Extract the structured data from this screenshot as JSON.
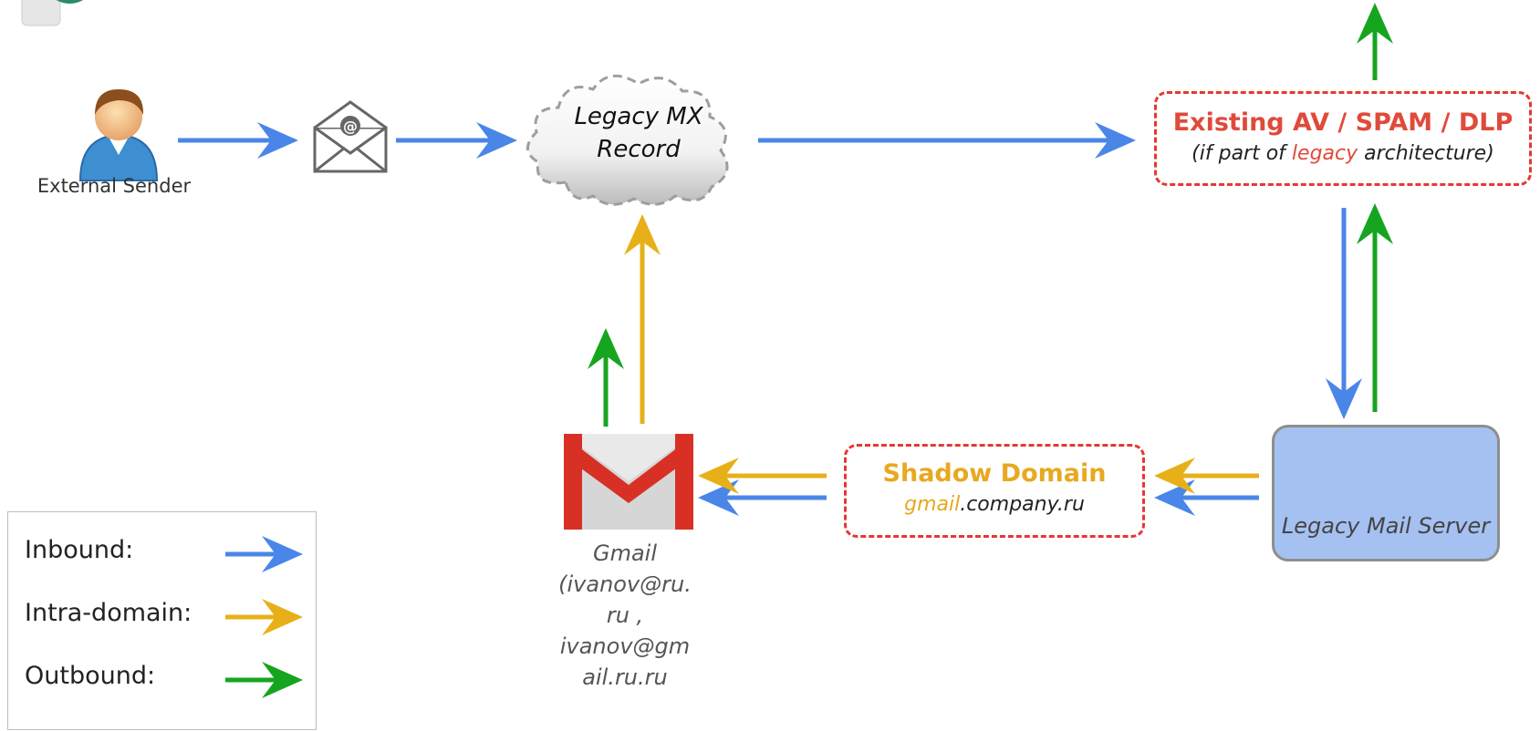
{
  "sender": {
    "label": "External Sender"
  },
  "legacy_mx": {
    "line1": "Legacy MX",
    "line2": "Record"
  },
  "av_box": {
    "title": "Existing AV / SPAM / DLP",
    "sub_prefix": "(if part of ",
    "sub_accent": "legacy",
    "sub_suffix": " architecture)"
  },
  "shadow_box": {
    "title": "Shadow Domain",
    "sub_accent": "gmail",
    "sub_suffix": ".company.ru"
  },
  "legacy_server": {
    "label": "Legacy Mail Server"
  },
  "gmail": {
    "line1": "Gmail",
    "line2": "(ivanov@ru.",
    "line3": "ru ,",
    "line4": "ivanov@gm",
    "line5": "ail.ru.ru"
  },
  "legend": {
    "inbound": "Inbound:",
    "intra": "Intra-domain:",
    "outbound": "Outbound:"
  },
  "colors": {
    "inbound": "#4a86e8",
    "intra": "#e8b018",
    "outbound": "#16a51f",
    "accent_red": "#e04a3a"
  }
}
